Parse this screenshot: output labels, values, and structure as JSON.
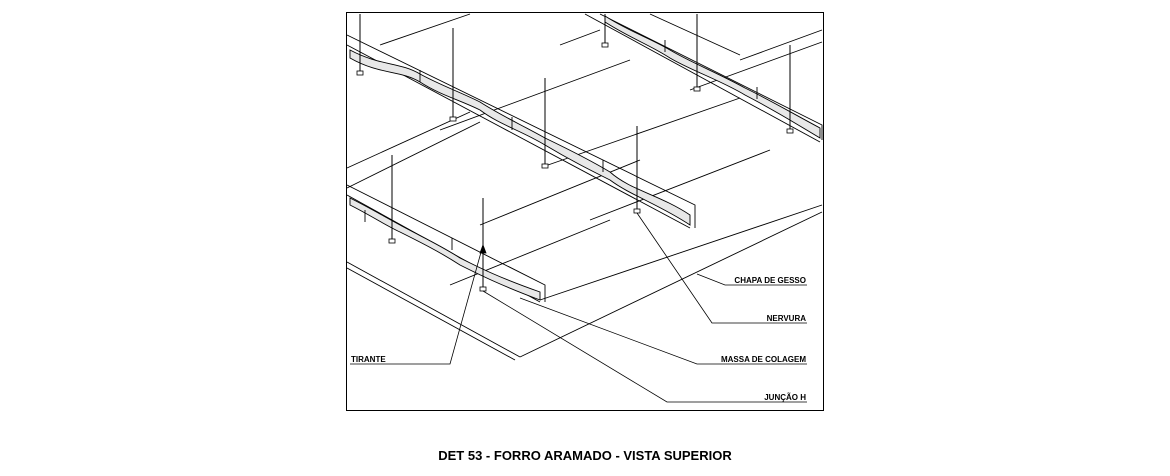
{
  "labels": {
    "chapa": "CHAPA DE GESSO",
    "nervura": "NERVURA",
    "massa": "MASSA DE COLAGEM",
    "juncao": "JUNÇÃO H",
    "tirante": "TIRANTE"
  },
  "caption": "DET 53 - FORRO ARAMADO - VISTA SUPERIOR"
}
